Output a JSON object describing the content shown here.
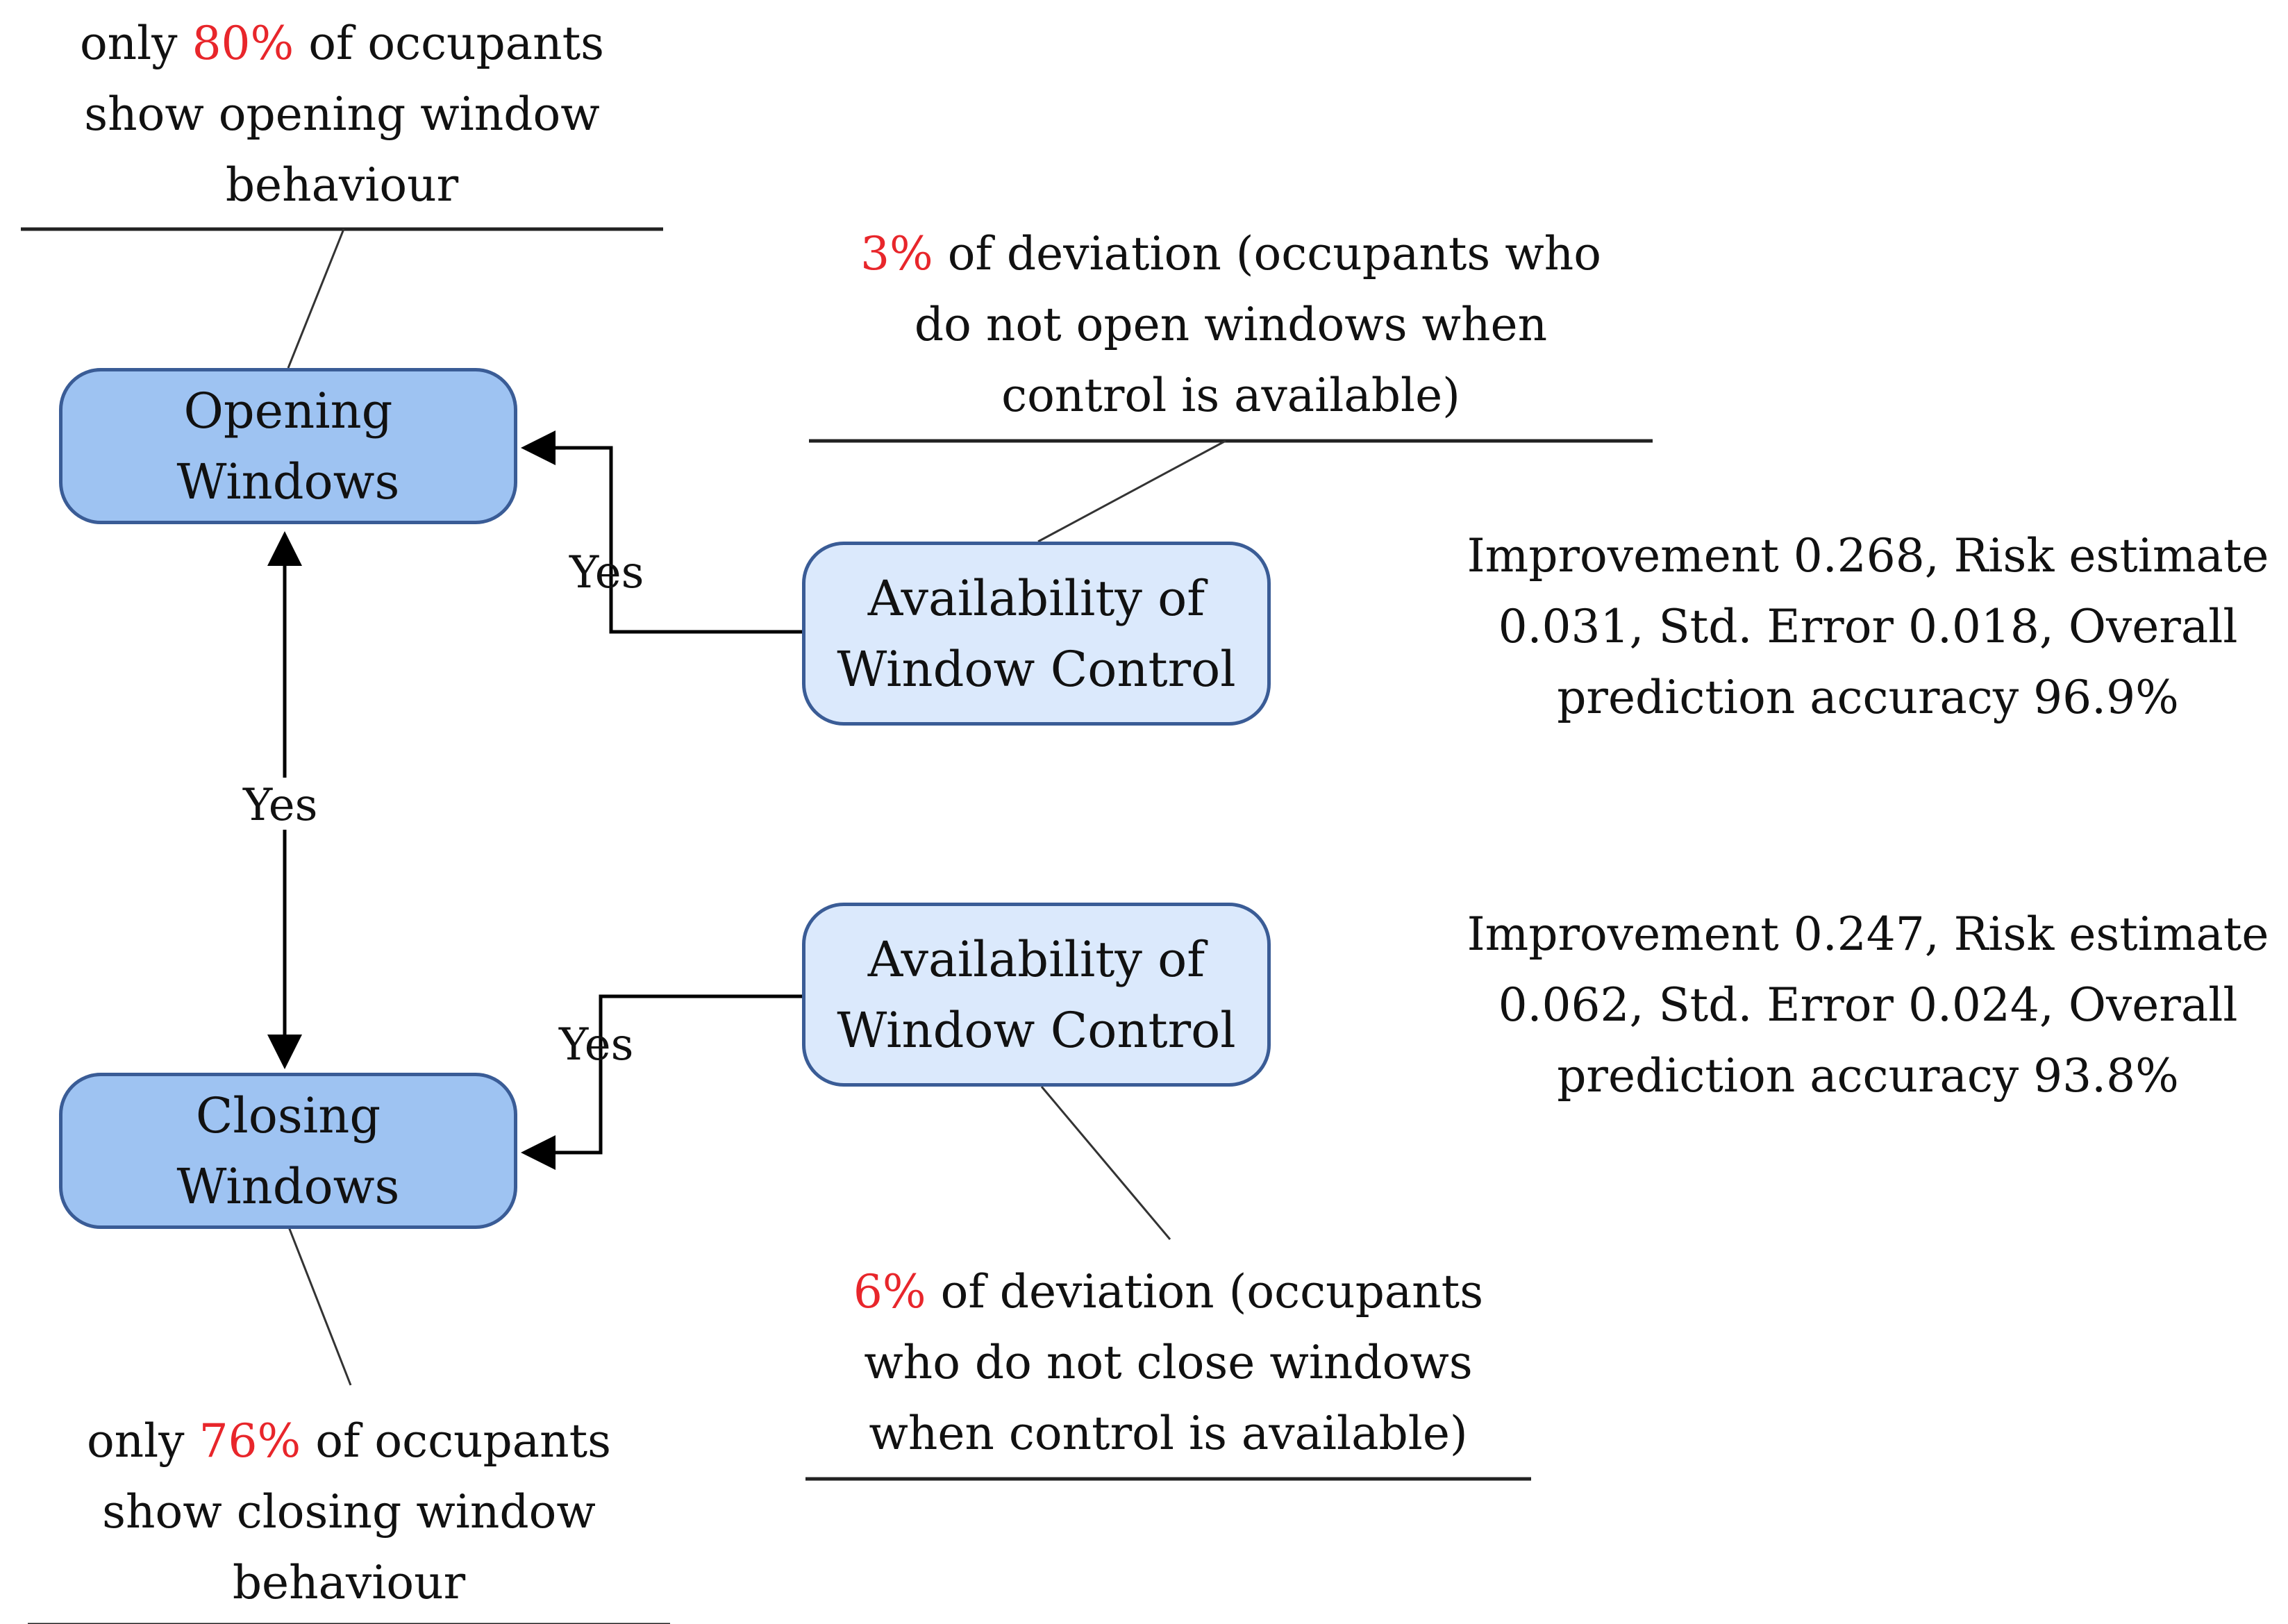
{
  "notes": {
    "opening_top": {
      "pre": "only ",
      "highlight": "80%",
      "post": " of occupants",
      "line2": "show opening window",
      "line3": "behaviour"
    },
    "deviation_top": {
      "highlight": "3%",
      "post": " of deviation (occupants who",
      "line2": "do not open windows when",
      "line3": "control is available)"
    },
    "deviation_bottom": {
      "highlight": "6%",
      "post": " of deviation (occupants",
      "line2": "who do not close windows",
      "line3": "when control is available)"
    },
    "closing_bottom": {
      "pre": "only ",
      "highlight": "76%",
      "post": " of occupants",
      "line2": "show closing window",
      "line3": "behaviour"
    }
  },
  "boxes": {
    "opening": {
      "line1": "Opening",
      "line2": "Windows"
    },
    "closing": {
      "line1": "Closing",
      "line2": "Windows"
    },
    "control_top": {
      "line1": "Availability of",
      "line2": "Window Control"
    },
    "control_bottom": {
      "line1": "Availability of",
      "line2": "Window Control"
    }
  },
  "edges": {
    "yes_top": "Yes",
    "yes_middle": "Yes",
    "yes_bottom": "Yes"
  },
  "stats": {
    "top": {
      "line1": "Improvement 0.268, Risk estimate",
      "line2": "0.031, Std. Error 0.018, Overall",
      "line3": "prediction accuracy 96.9%"
    },
    "bottom": {
      "line1": "Improvement 0.247, Risk estimate",
      "line2": "0.062, Std. Error 0.024, Overall",
      "line3": "prediction accuracy 93.8%"
    }
  },
  "colors": {
    "highlight": "#e8262b",
    "box_dark": "#9ec3f2",
    "box_light": "#dbe9fc",
    "box_border": "#3a5c96"
  }
}
